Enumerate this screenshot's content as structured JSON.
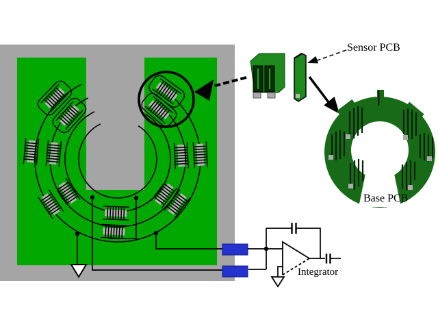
{
  "diagram": {
    "title_context": "capacitive encoder PCB diagram",
    "labels": {
      "sensor_pcb": "Sensor PCB",
      "base_pcb": "Base PCB",
      "integrator": "Integrator"
    },
    "colors": {
      "background": "#FFFFFF",
      "panel_gray": "#A5A5A5",
      "board_green": "#00A800",
      "component_green": "#1E8A1E",
      "base_pcb_green": "#176B17",
      "electrode_gray": "#B4B4B4",
      "pad_gray": "#ABABAB",
      "connector_blue": "#2433CE",
      "wire_black": "#000000"
    }
  }
}
